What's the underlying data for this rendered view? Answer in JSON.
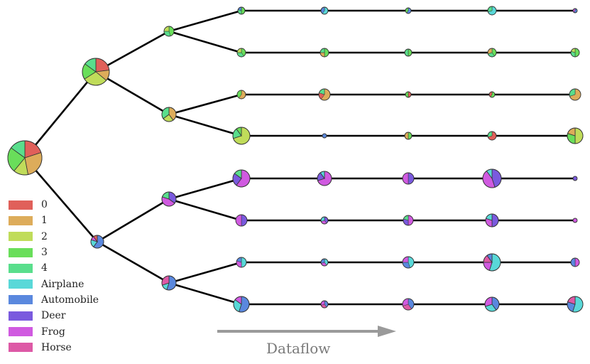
{
  "legend": [
    {
      "label": "0",
      "color": "#e0605a"
    },
    {
      "label": "1",
      "color": "#ddac5a"
    },
    {
      "label": "2",
      "color": "#c0dc5a"
    },
    {
      "label": "3",
      "color": "#69de5a"
    },
    {
      "label": "4",
      "color": "#59de8c"
    },
    {
      "label": "Airplane",
      "color": "#59d8d8"
    },
    {
      "label": "Automobile",
      "color": "#5a88de"
    },
    {
      "label": "Deer",
      "color": "#7a5ade"
    },
    {
      "label": "Frog",
      "color": "#d05ae0"
    },
    {
      "label": "Horse",
      "color": "#dd59a6"
    }
  ],
  "flow_label": "Dataflow",
  "colors": {
    "edge": "#000000",
    "arrow": "#9a9a9a",
    "node_stroke": "#333333"
  }
}
